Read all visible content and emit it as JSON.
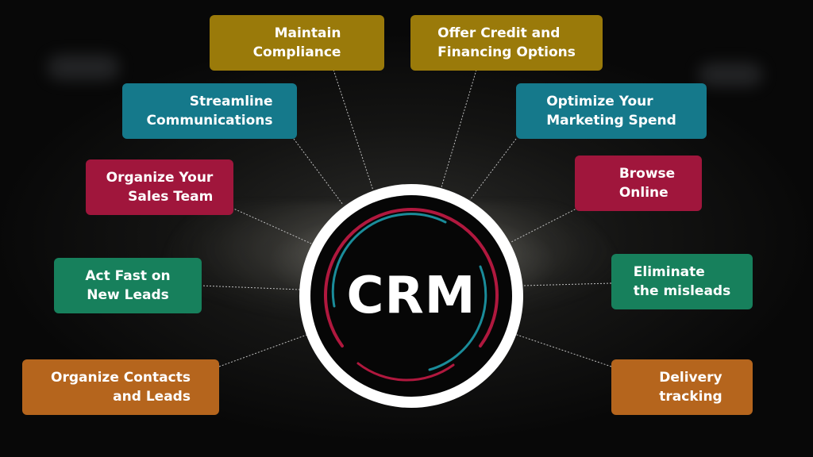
{
  "diagram": {
    "center_label": "CRM",
    "colors": {
      "olive": "#9a7a0a",
      "teal": "#15798b",
      "crimson": "#a0163c",
      "green": "#17805c",
      "orange": "#b5651d",
      "ring_red": "#b0183e",
      "ring_teal": "#1a8c9a"
    },
    "nodes": [
      {
        "id": "maintain-compliance",
        "label": "Maintain\nCompliance",
        "color": "#9a7a0a"
      },
      {
        "id": "offer-credit",
        "label": "Offer Credit and\nFinancing Options",
        "color": "#9a7a0a"
      },
      {
        "id": "streamline-communications",
        "label": "Streamline\nCommunications",
        "color": "#15798b"
      },
      {
        "id": "optimize-marketing",
        "label": "Optimize Your\nMarketing Spend",
        "color": "#15798b"
      },
      {
        "id": "organize-sales-team",
        "label": "Organize Your\nSales Team",
        "color": "#a0163c"
      },
      {
        "id": "browse-online",
        "label": "Browse\nOnline",
        "color": "#a0163c"
      },
      {
        "id": "act-fast",
        "label": "Act Fast on\nNew Leads",
        "color": "#17805c"
      },
      {
        "id": "eliminate-misleads",
        "label": "Eliminate\nthe misleads",
        "color": "#17805c"
      },
      {
        "id": "organize-contacts",
        "label": "Organize Contacts\nand Leads",
        "color": "#b5651d"
      },
      {
        "id": "delivery-tracking",
        "label": "Delivery\ntracking",
        "color": "#b5651d"
      }
    ]
  }
}
